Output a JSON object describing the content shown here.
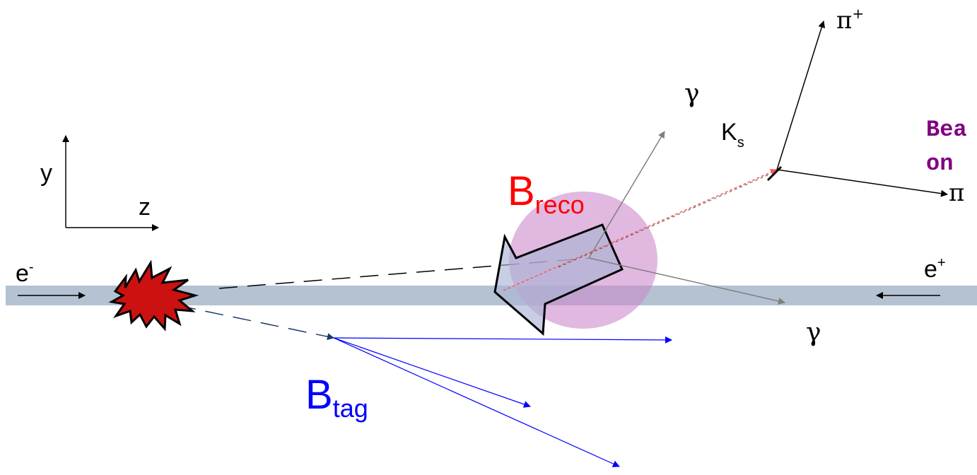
{
  "axes": {
    "y_label": "y",
    "z_label": "z"
  },
  "beams": {
    "electron": "e",
    "electron_charge": "-",
    "positron": "e",
    "positron_charge": "+"
  },
  "b_reco": {
    "base": "B",
    "sub": "reco"
  },
  "b_tag": {
    "base": "B",
    "sub": "tag"
  },
  "k_short": {
    "base": "K",
    "sub": "s"
  },
  "photon_upper": "γ",
  "photon_lower": "γ",
  "pion_plus": {
    "base": "π",
    "sup": "+"
  },
  "pion_minus": "π",
  "note": {
    "line1": "Bea",
    "line2": "on"
  },
  "colors": {
    "beam_pipe": "#b4c2d2",
    "b_reco": "#ff0000",
    "b_tag": "#0000ff",
    "reco_blob": "#cc88cc",
    "photon": "#808080",
    "kshort_track": "#ff5555",
    "collision": "#cc1111",
    "note_text": "#800080"
  }
}
